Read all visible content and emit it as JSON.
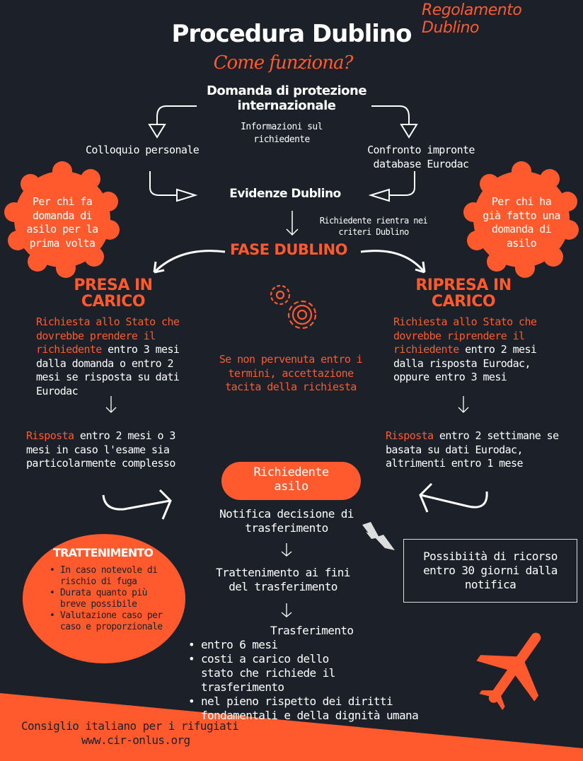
{
  "header": {
    "tag": "Regolamento Dublino",
    "title": "Procedura Dublino",
    "subtitle": "Come funziona?"
  },
  "flow": {
    "start": "Domanda di protezione internazionale",
    "info": "Informazioni sul richiedente",
    "left_step": "Colloquio personale",
    "right_step": "Confronto impronte database Eurodac",
    "evidence": "Evidenze Dublino",
    "criteria": "Richiedente rientra nei criteri Dublino",
    "phase": "FASE DUBLINO"
  },
  "badges": {
    "left": "Per chi fa domanda di asilo per la prima volta",
    "right": "Per chi ha già fatto una domanda di asilo"
  },
  "presa": {
    "title": "PRESA IN CARICO",
    "request_highlight": "Richiesta allo Stato che dovrebbe prendere il richiedente",
    "request_rest": " entro 3 mesi dalla domanda o entro 2 mesi se risposta su dati Eurodac",
    "response_highlight": "Risposta",
    "response_rest": " entro 2 mesi o 3 mesi in caso l'esame sia particolarmente complesso"
  },
  "ripresa": {
    "title": "RIPRESA IN CARICO",
    "request_highlight": "Richiesta allo Stato che dovrebbe riprendere il richiedente",
    "request_rest": " entro 2 mesi dalla risposta Eurodac, oppure entro 3 mesi",
    "response_highlight": "Risposta",
    "response_rest": " entro 2 settimane se basata su dati Eurodac, altrimenti entro 1 mese"
  },
  "center_note": "Se non pervenuta entro i termini, accettazione tacita della richiesta",
  "applicant_pill": "Richiedente asilo",
  "notification": "Notifica decisione di trasferimento",
  "appeal": "Possibiità di ricorso entro 30 giorni dalla notifica",
  "detention": {
    "title": "TRATTENIMENTO",
    "items": [
      "In caso notevole di rischio di fuga",
      "Durata quanto più breve possibile",
      "Valutazione caso per caso e proporzionale"
    ]
  },
  "detention_step": "Trattenimento ai fini del trasferimento",
  "transfer": {
    "title": "Trasferimento",
    "items": [
      "entro 6 mesi",
      "costi a carico dello stato che richiede il trasferimento",
      "nel pieno rispetto dei diritti fondamentali e della dignità umana"
    ]
  },
  "footer": {
    "org": "Consiglio italiano per i rifugiati",
    "url": "www.cir-onlus.org"
  },
  "colors": {
    "background": "#1b2029",
    "accent": "#fe5a2d",
    "text": "#ffffff",
    "dark_text": "#1b2029"
  },
  "icons": [
    "gears-icon",
    "airplane-icon",
    "arrow-icon",
    "chevron-double-icon"
  ]
}
